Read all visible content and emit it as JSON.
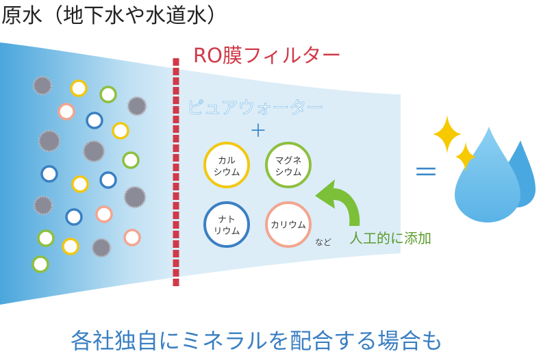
{
  "title": "原水（地下水や水道水）",
  "filter_label": "RO膜フィルター",
  "pure_water_label": "ピュアウォーター",
  "plus_sign": "＋",
  "minerals": [
    {
      "line1": "カル",
      "line2": "シウム",
      "color": "#f2c811"
    },
    {
      "line1": "マグネ",
      "line2": "シウム",
      "color": "#8ebf3f"
    },
    {
      "line1": "ナト",
      "line2": "リウム",
      "color": "#3b7fc2"
    },
    {
      "line1": "カリウム",
      "line2": "",
      "color": "#f3a58f"
    }
  ],
  "etc_label": "など",
  "added_label": "人工的に添加",
  "equals_sign": "＝",
  "caption": "各社独自にミネラルを配合する場合も",
  "colors": {
    "filter_red": "#cf3a48",
    "added_green": "#5a9a2a",
    "accent_blue": "#3a88c8",
    "water_light": "#d5ebf7",
    "water_dark": "#5aaee0",
    "drop_blue": "#6cbde9",
    "sparkle": "#f7c900"
  }
}
